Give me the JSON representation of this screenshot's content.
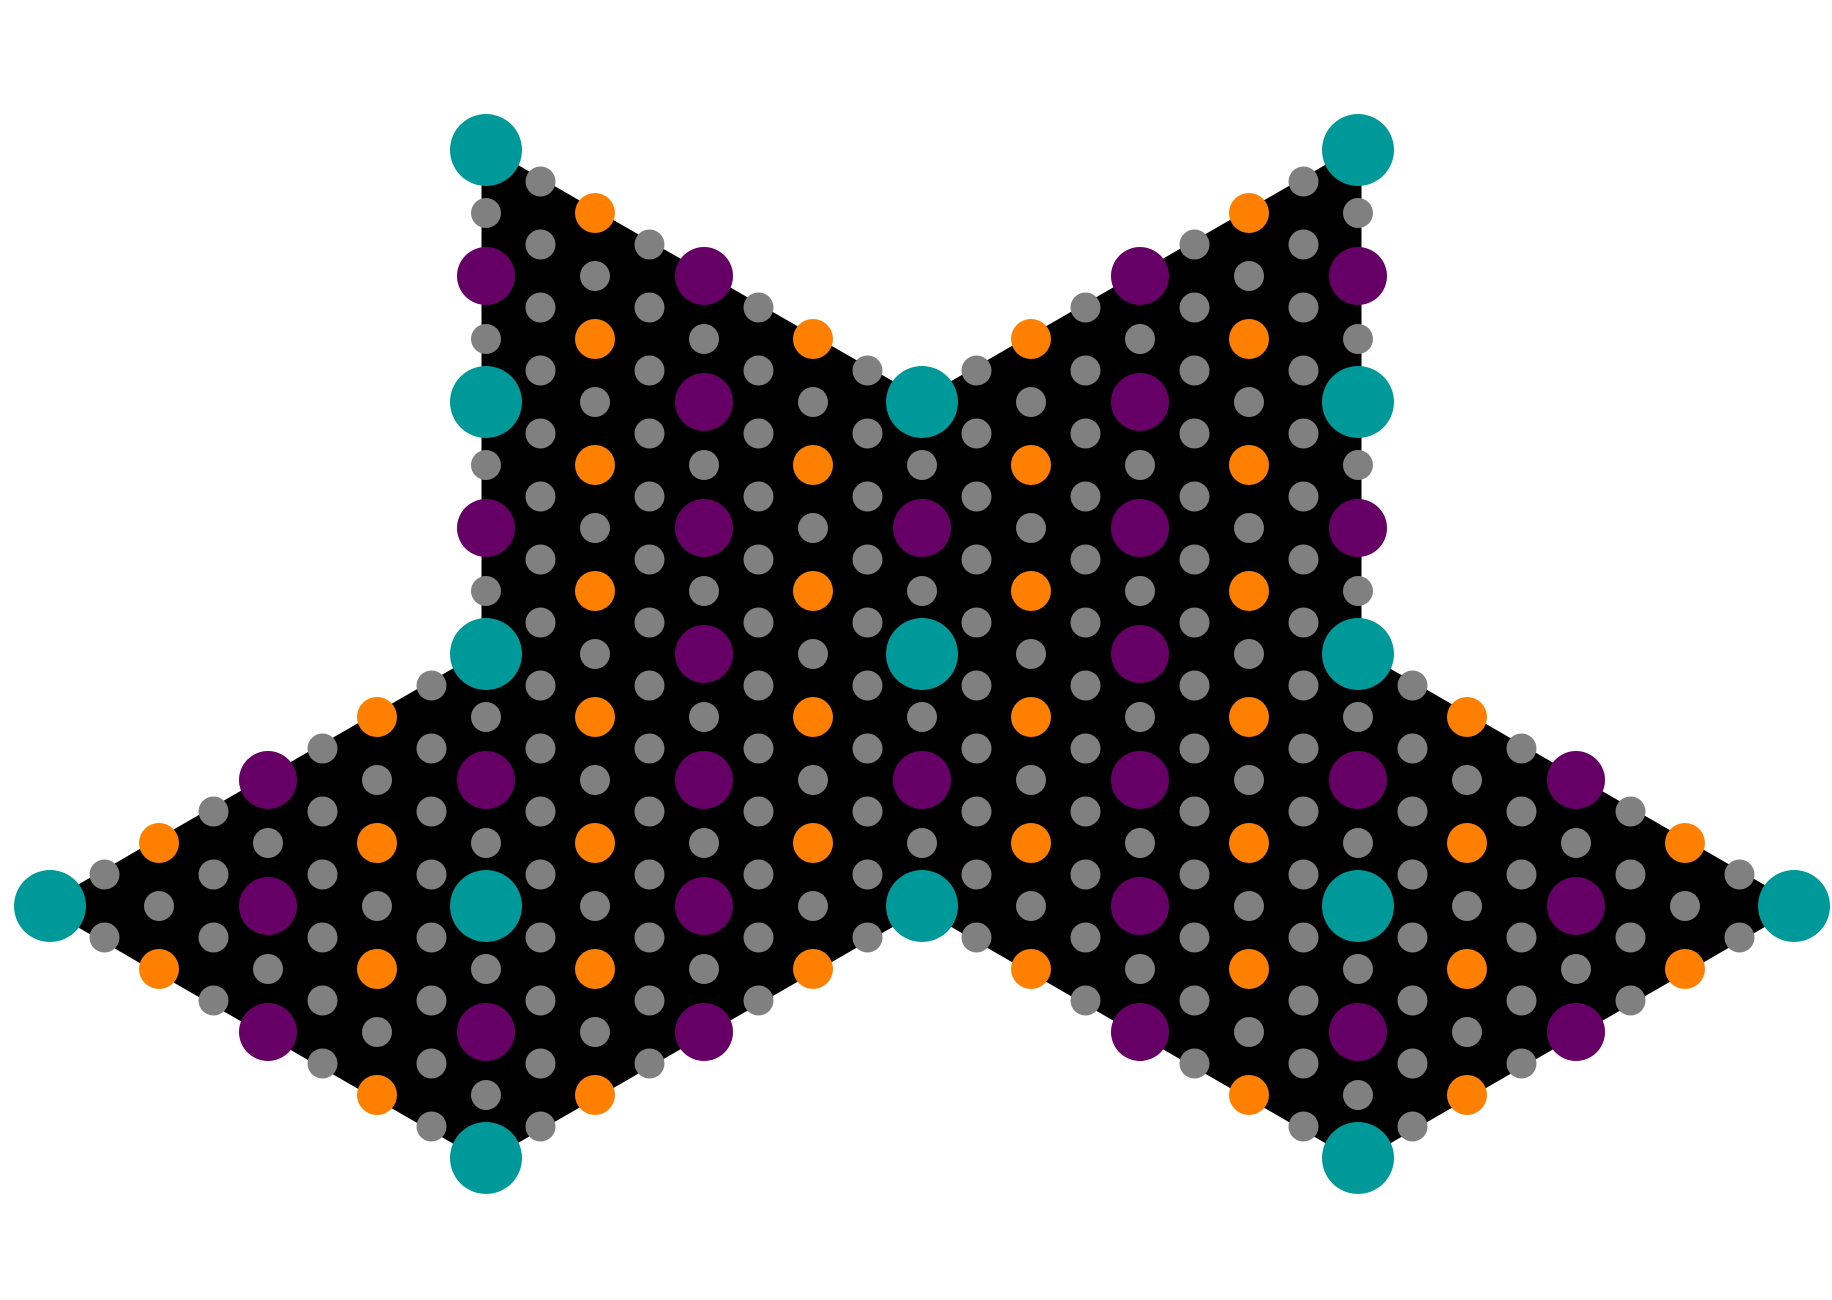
{
  "figure": {
    "description_free": true,
    "shape": "bow-tie polygon with triangular lattice of dots"
  },
  "colors": {
    "background": "#ffffff",
    "shape_fill": "#000000",
    "shape_edge": "#000000",
    "dot_gray": "#808080",
    "dot_orange": "#ff8000",
    "dot_purple": "#660066",
    "dot_teal": "#009999"
  },
  "dot_kinds": [
    "gray",
    "orange",
    "purple",
    "teal"
  ]
}
